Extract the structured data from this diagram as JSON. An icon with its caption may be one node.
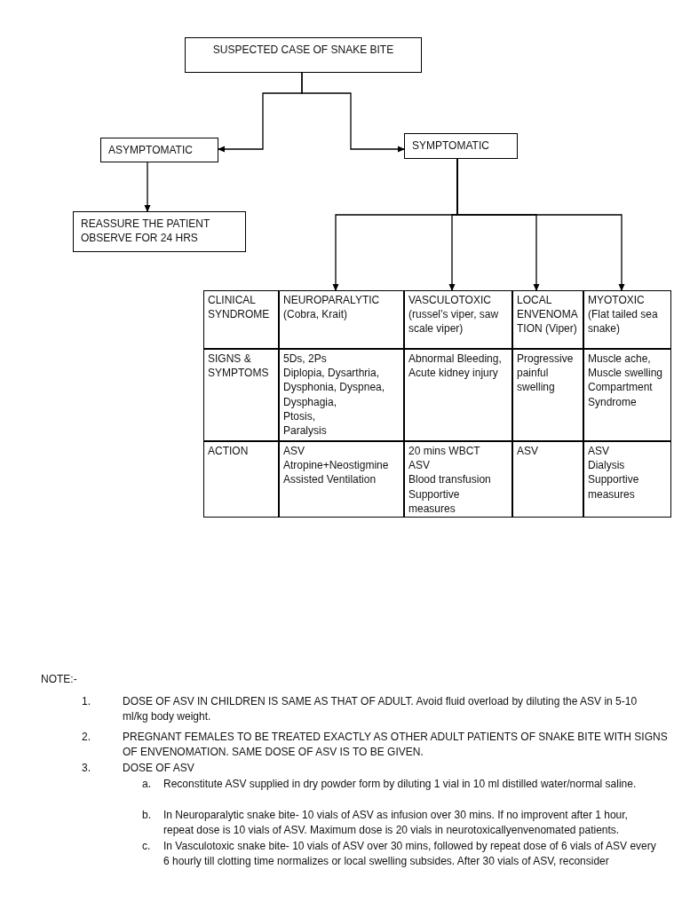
{
  "diagram": {
    "nodes": [
      {
        "text": [
          "SUSPECTED CASE OF SNAKE BITE"
        ]
      },
      {
        "text": [
          "ASYMPTOMATIC"
        ]
      },
      {
        "text": [
          "SYMPTOMATIC"
        ]
      },
      {
        "text": [
          "REASSURE THE PATIENT OBSERVE FOR 24 HRS"
        ]
      },
      {
        "text": [
          "NEUROPARALYTIC (Cobra, Krait)"
        ]
      },
      {
        "text": [
          "VASCULOTOXIC (russel’s viper, saw scale viper)"
        ]
      },
      {
        "text": [
          "LOCAL ENVENOMATION (Viper)"
        ]
      },
      {
        "text": [
          "MYOTOXIC (Flat tailed sea snake)"
        ]
      }
    ],
    "edges": [
      {
        "from": 0,
        "to": 1,
        "arrow": "to"
      },
      {
        "from": 0,
        "to": 2,
        "arrow": "to"
      },
      {
        "from": 1,
        "to": 3,
        "arrow": "to"
      },
      {
        "from": 2,
        "to": 4,
        "arrow": "to"
      },
      {
        "from": 2,
        "to": 5,
        "arrow": "to"
      },
      {
        "from": 2,
        "to": 6,
        "arrow": "to"
      },
      {
        "from": 2,
        "to": 7,
        "arrow": "to"
      }
    ],
    "labels": [
      "CLINICAL SYNDROME",
      "SIGNS & SYMPTOMS",
      "5Ds, 2Ps",
      "Diplopia, Dysarthria, Dysphonia, Dyspnea, Dysphagia,",
      "Ptosis,",
      "Paralysis",
      "Abnormal Bleeding, Acute kidney injury",
      "Progressive painful swelling",
      "Muscle ache,",
      "Muscle swelling",
      "Compartment Syndrome",
      "ACTION",
      "ASV",
      "Atropine+Neostigmine",
      "Assisted Ventilation",
      "20 mins WBCT",
      "ASV",
      "Blood transfusion",
      "Supportive measures",
      "ASV",
      "ASV",
      "Dialysis",
      "Supportive measures",
      "NOTE:-",
      "1.",
      "DOSE OF ASV IN CHILDREN IS SAME AS THAT OF ADULT. Avoid fluid overload by diluting the ASV in 5-10 ml/kg body weight.",
      "2.",
      "PREGNANT FEMALES TO BE TREATED EXACTLY AS OTHER ADULT PATIENTS OF SNAKE BITE WITH SIGNS OF ENVENOMATION. SAME DOSE OF ASV IS TO BE GIVEN.",
      "3.",
      "DOSE OF ASV",
      "a.",
      "Reconstitute ASV supplied in dry powder form by diluting 1 vial in 10 ml distilled water/normal saline.",
      "b.",
      "In Neuroparalytic snake bite- 10 vials of ASV as infusion over 30 mins. If no improvent after 1 hour, repeat dose is 10 vials of ASV. Maximum dose is 20 vials in neurotoxicallyenvenomated patients.",
      "c.",
      "In Vasculotoxic snake bite- 10 vials of ASV over 30 mins, followed  by repeat dose of 6 vials of ASV every 6 hourly till clotting time normalizes or local swelling subsides. After 30 vials of ASV, reconsider"
    ]
  }
}
